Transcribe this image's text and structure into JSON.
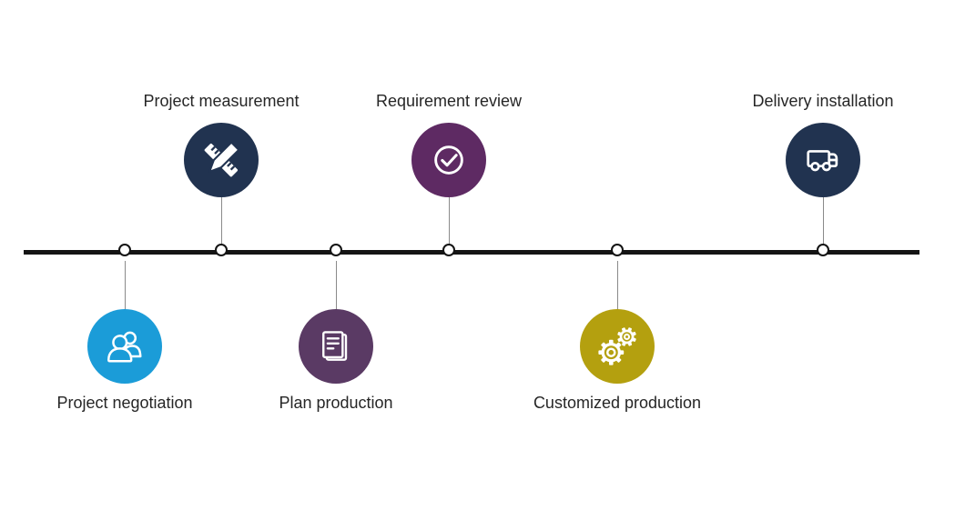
{
  "diagram": {
    "type": "process-timeline",
    "background_color": "#ffffff",
    "line_color": "#141414",
    "node_fill": "#ffffff",
    "node_border_color": "#141414",
    "connector_color": "#8a8a8a",
    "label_color": "#262626",
    "icon_color": "#ffffff"
  },
  "steps": [
    {
      "label": "Project negotiation",
      "side": "below",
      "color": "#1b9cd8",
      "icon": "people-icon"
    },
    {
      "label": "Project measurement",
      "side": "above",
      "color": "#213350",
      "icon": "ruler-pencil-icon"
    },
    {
      "label": "Plan production",
      "side": "below",
      "color": "#5a3a64",
      "icon": "document-icon"
    },
    {
      "label": "Requirement review",
      "side": "above",
      "color": "#5e2a63",
      "icon": "check-circle-icon"
    },
    {
      "label": "Customized production",
      "side": "below",
      "color": "#b4a00f",
      "icon": "gears-icon"
    },
    {
      "label": "Delivery installation",
      "side": "above",
      "color": "#213350",
      "icon": "truck-icon"
    }
  ]
}
